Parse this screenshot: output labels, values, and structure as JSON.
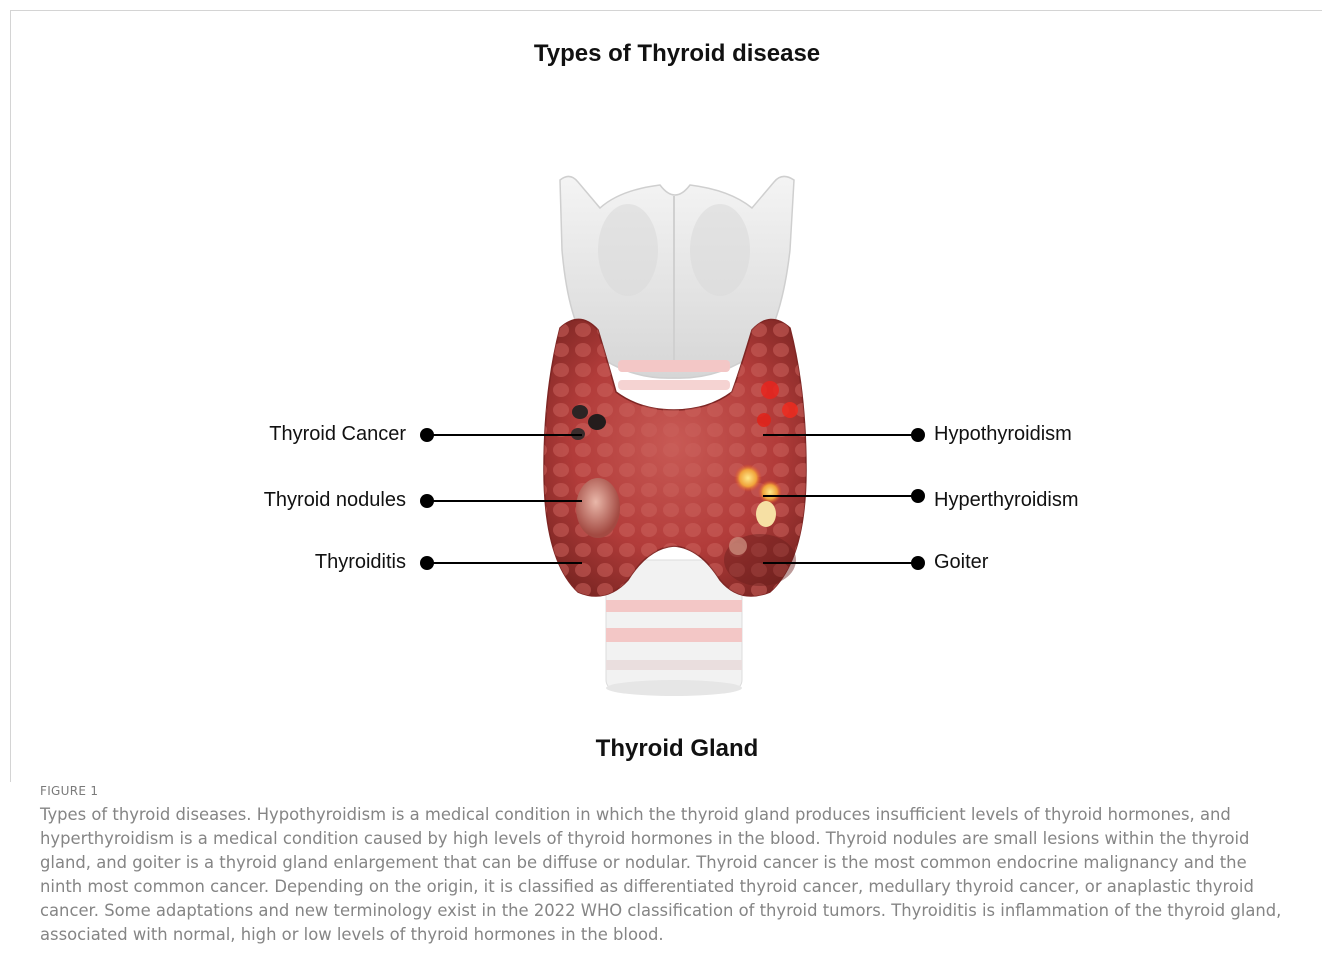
{
  "figure": {
    "title": "Types of Thyroid disease",
    "subtitle": "Thyroid Gland",
    "labels_left": [
      "Thyroid Cancer",
      "Thyroid nodules",
      "Thyroiditis"
    ],
    "labels_right": [
      "Hypothyroidism",
      "Hyperthyroidism",
      "Goiter"
    ]
  },
  "caption": {
    "label": "FIGURE 1",
    "text": "Types of thyroid diseases. Hypothyroidism is a medical condition in which the thyroid gland produces insufficient levels of thyroid hormones, and hyperthyroidism is a medical condition caused by high levels of thyroid hormones in the blood. Thyroid nodules are small lesions within the thyroid gland, and goiter is a thyroid gland enlargement that can be diffuse or nodular. Thyroid cancer is the most common endocrine malignancy and the ninth most common cancer. Depending on the origin, it is classified as differentiated thyroid cancer, medullary thyroid cancer, or anaplastic thyroid cancer. Some adaptations and new terminology exist in the 2022 WHO classification of thyroid tumors. Thyroiditis is inflammation of the thyroid gland, associated with normal, high or low levels of thyroid hormones in the blood."
  },
  "colors": {
    "gland": "#b8413f",
    "cartilage": "#e9e9e9",
    "trachea_ring": "#f3c7c6",
    "leader_line": "#000000"
  }
}
